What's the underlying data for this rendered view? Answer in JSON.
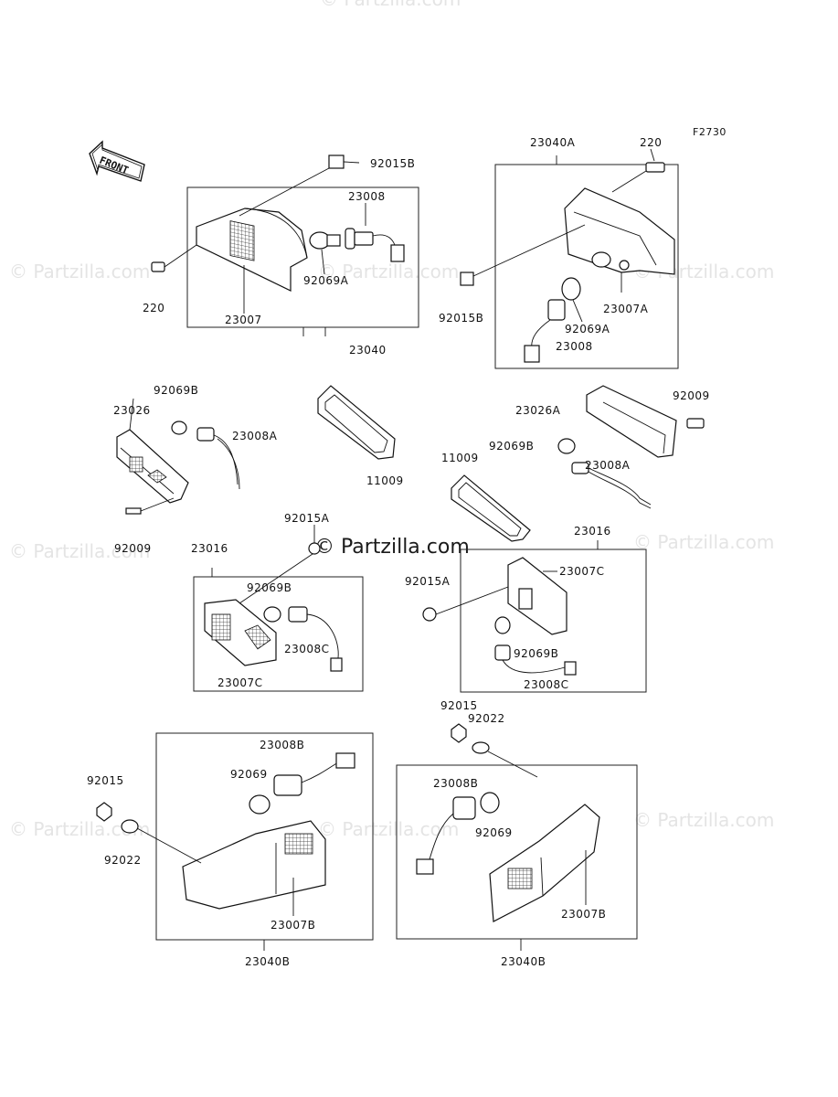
{
  "diagram_code": "F2730",
  "front_arrow_text": "FRONT",
  "watermarks": {
    "side": "© Partzilla.com",
    "center": "© Partzilla.com"
  },
  "labels": {
    "l_92015B_a": "92015B",
    "l_23008_a": "23008",
    "l_92069A_a": "92069A",
    "l_220_a": "220",
    "l_23007": "23007",
    "l_23040": "23040",
    "l_23040A": "23040A",
    "l_220_b": "220",
    "l_92015B_b": "92015B",
    "l_23007A": "23007A",
    "l_92069A_b": "92069A",
    "l_23008_b": "23008",
    "l_92069B_a": "92069B",
    "l_23026": "23026",
    "l_23008A_a": "23008A",
    "l_92009_a": "92009",
    "l_11009_a": "11009",
    "l_11009_b": "11009",
    "l_23026A": "23026A",
    "l_92009_b": "92009",
    "l_92069B_b": "92069B",
    "l_23008A_b": "23008A",
    "l_92015A_a": "92015A",
    "l_23016_a": "23016",
    "l_92069B_c": "92069B",
    "l_23008C_a": "23008C",
    "l_23007C_a": "23007C",
    "l_23016_b": "23016",
    "l_23007C_b": "23007C",
    "l_92015A_b": "92015A",
    "l_92069B_d": "92069B",
    "l_23008C_b": "23008C",
    "l_92015_a": "92015",
    "l_92022_a": "92022",
    "l_23008B_a": "23008B",
    "l_92069_a": "92069",
    "l_92015_b": "92015",
    "l_92022_b": "92022",
    "l_23007B_a": "23007B",
    "l_23040B_a": "23040B",
    "l_23008B_b": "23008B",
    "l_92069_b": "92069",
    "l_23007B_b": "23007B",
    "l_23040B_b": "23040B"
  }
}
